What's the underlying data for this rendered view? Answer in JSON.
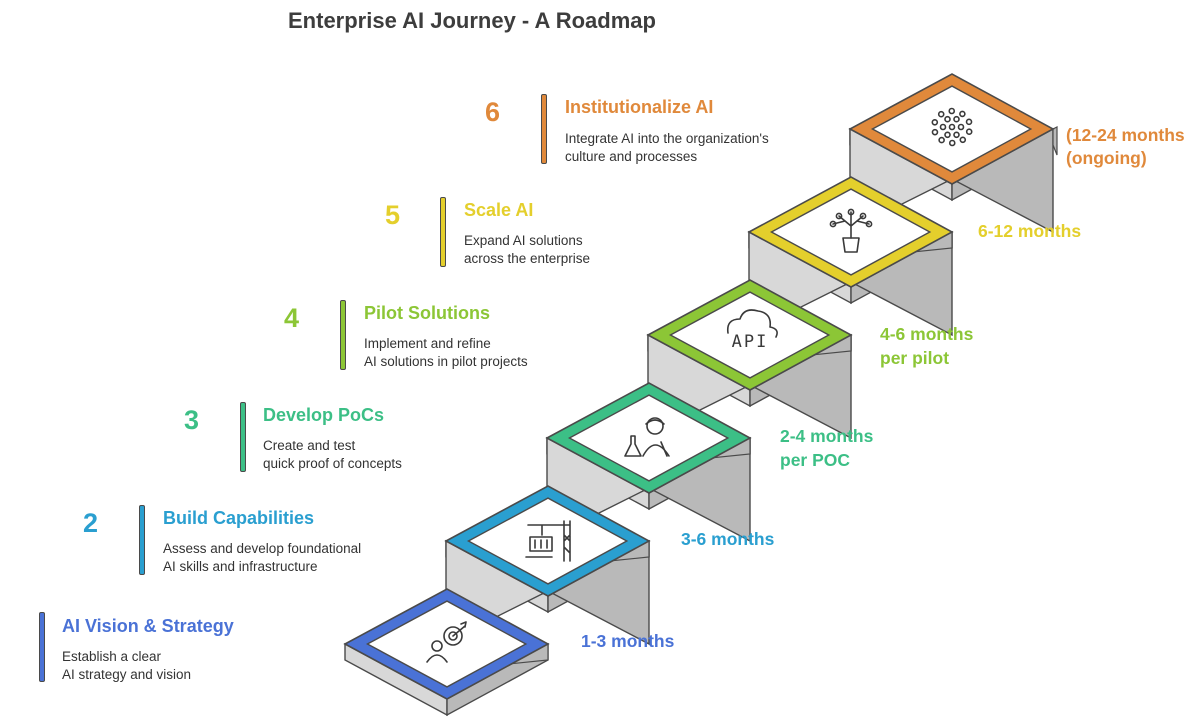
{
  "title": "Enterprise AI Journey - A Roadmap",
  "colors": {
    "stage1": "#4a72d6",
    "stage2": "#2a9fd0",
    "stage3": "#3cbf86",
    "stage4": "#8cc636",
    "stage5": "#e4cf2c",
    "stage6": "#e0893b",
    "stair_face": "#d8d8d8",
    "stair_side": "#b9b9b9",
    "outline": "#4a4a4a"
  },
  "stages": [
    {
      "number": "",
      "title": "AI Vision & Strategy",
      "desc_line1": "Establish a clear",
      "desc_line2": "AI strategy and vision",
      "duration_line1": "1-3 months",
      "duration_line2": "",
      "icon": "strategy-target-icon"
    },
    {
      "number": "2",
      "title": "Build Capabilities",
      "desc_line1": "Assess and develop foundational",
      "desc_line2": "AI skills and infrastructure",
      "duration_line1": "3-6 months",
      "duration_line2": "",
      "icon": "construction-crane-icon"
    },
    {
      "number": "3",
      "title": "Develop PoCs",
      "desc_line1": "Create and test",
      "desc_line2": "quick proof of concepts",
      "duration_line1": "2-4 months",
      "duration_line2": "per POC",
      "icon": "scientist-icon"
    },
    {
      "number": "4",
      "title": "Pilot Solutions",
      "desc_line1": "Implement and refine",
      "desc_line2": "AI solutions in pilot projects",
      "duration_line1": "4-6 months",
      "duration_line2": "per pilot",
      "icon": "cloud-api-icon",
      "icon_text": "API"
    },
    {
      "number": "5",
      "title": "Scale AI",
      "desc_line1": "Expand AI solutions",
      "desc_line2": "across the enterprise",
      "duration_line1": "6-12 months",
      "duration_line2": "",
      "icon": "network-growth-icon"
    },
    {
      "number": "6",
      "title": "Institutionalize AI",
      "desc_line1": "Integrate AI into the organization's",
      "desc_line2": "culture and processes",
      "duration_line1": "(12-24 months",
      "duration_line2": "(ongoing)",
      "icon": "dot-circle-icon"
    }
  ]
}
